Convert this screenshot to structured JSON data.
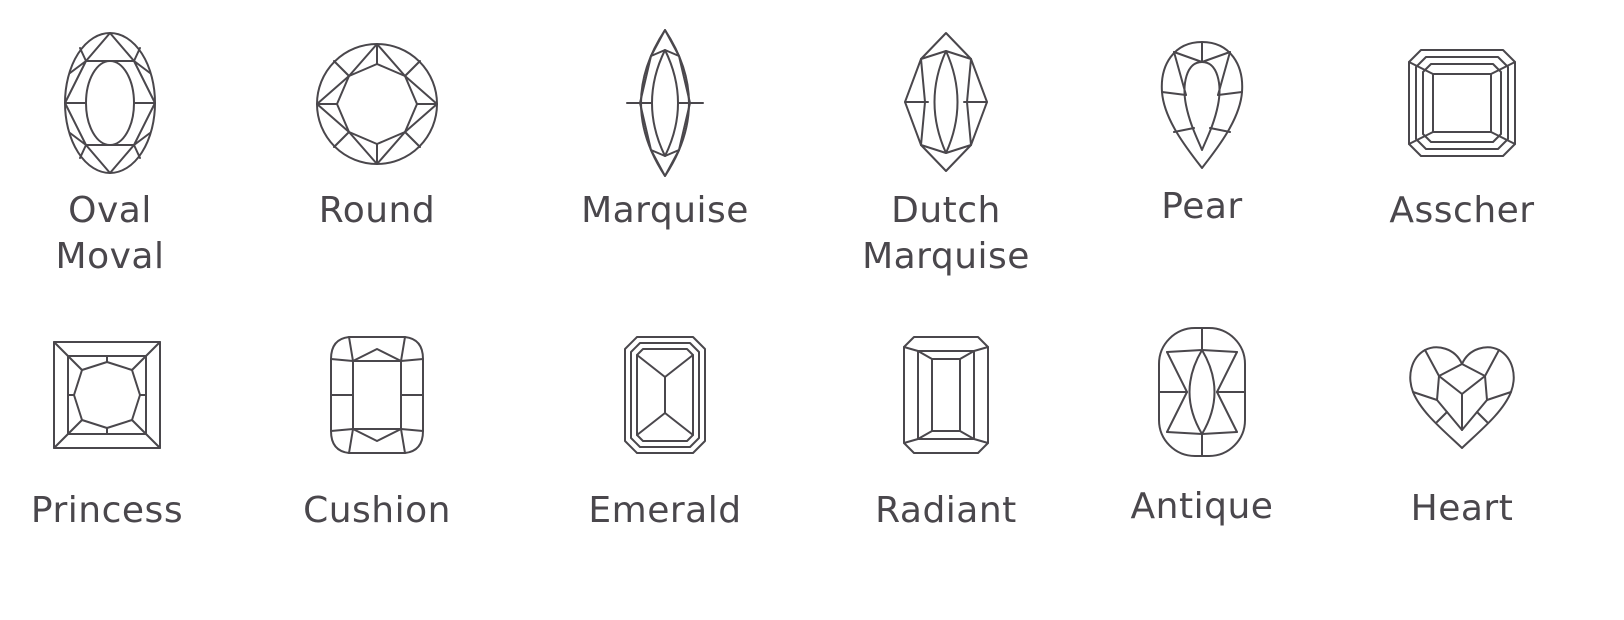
{
  "shapes": {
    "row1": [
      {
        "label": "Oval\nMoval",
        "icon": "oval-diamond-icon"
      },
      {
        "label": "Round",
        "icon": "round-diamond-icon"
      },
      {
        "label": "Marquise",
        "icon": "marquise-diamond-icon"
      },
      {
        "label": "Dutch\nMarquise",
        "icon": "dutch-marquise-diamond-icon"
      },
      {
        "label": "Pear",
        "icon": "pear-diamond-icon"
      },
      {
        "label": "Asscher",
        "icon": "asscher-diamond-icon"
      }
    ],
    "row2": [
      {
        "label": "Princess",
        "icon": "princess-diamond-icon"
      },
      {
        "label": "Cushion",
        "icon": "cushion-diamond-icon"
      },
      {
        "label": "Emerald",
        "icon": "emerald-diamond-icon"
      },
      {
        "label": "Radiant",
        "icon": "radiant-diamond-icon"
      },
      {
        "label": "Antique",
        "icon": "antique-diamond-icon"
      },
      {
        "label": "Heart",
        "icon": "heart-diamond-icon"
      }
    ]
  },
  "colors": {
    "line": "#4a474c",
    "text": "#4a474c",
    "background": "#ffffff"
  }
}
